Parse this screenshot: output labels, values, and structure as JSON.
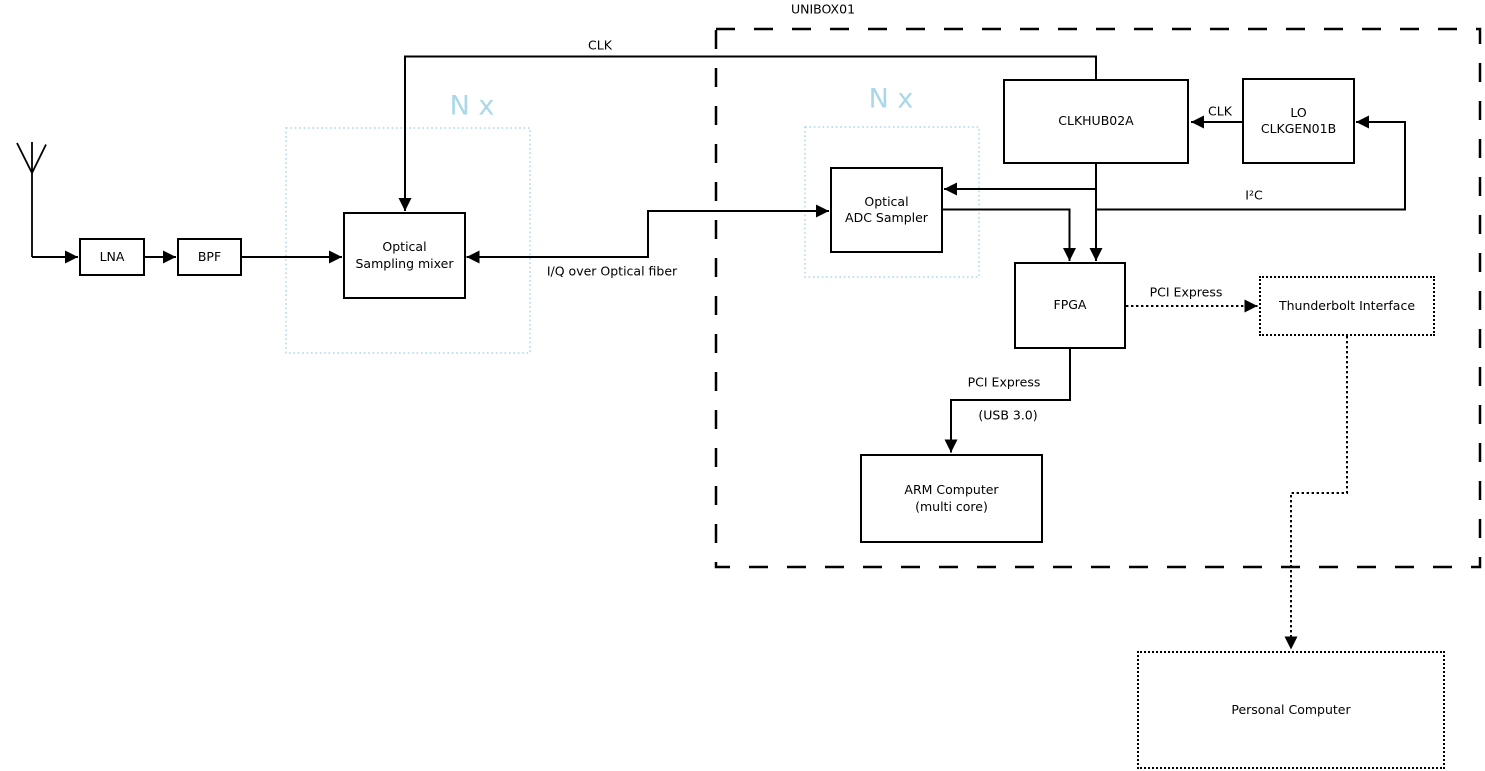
{
  "colors": {
    "line": "#000000",
    "accent": "#a9d8ea",
    "background": "#ffffff"
  },
  "unibox": {
    "label": "UNIBOX01"
  },
  "groups": {
    "nx_left": "N x",
    "nx_right": "N x"
  },
  "blocks": {
    "lna": "LNA",
    "bpf": "BPF",
    "mixer": "Optical\nSampling mixer",
    "adc": "Optical\nADC Sampler",
    "clkhub": "CLKHUB02A",
    "lo": "LO\nCLKGEN01B",
    "fpga": "FPGA",
    "thunderbolt": "Thunderbolt Interface",
    "arm": "ARM Computer\n(multi core)",
    "pc": "Personal Computer"
  },
  "edges": {
    "clk_main": "CLK",
    "clk_lo_hub": "CLK",
    "iq_fiber": "I/Q over Optical fiber",
    "i2c": "I²C",
    "pcie_thunderbolt": "PCI Express",
    "pcie_arm": "PCI Express",
    "usb": "(USB 3.0)"
  }
}
